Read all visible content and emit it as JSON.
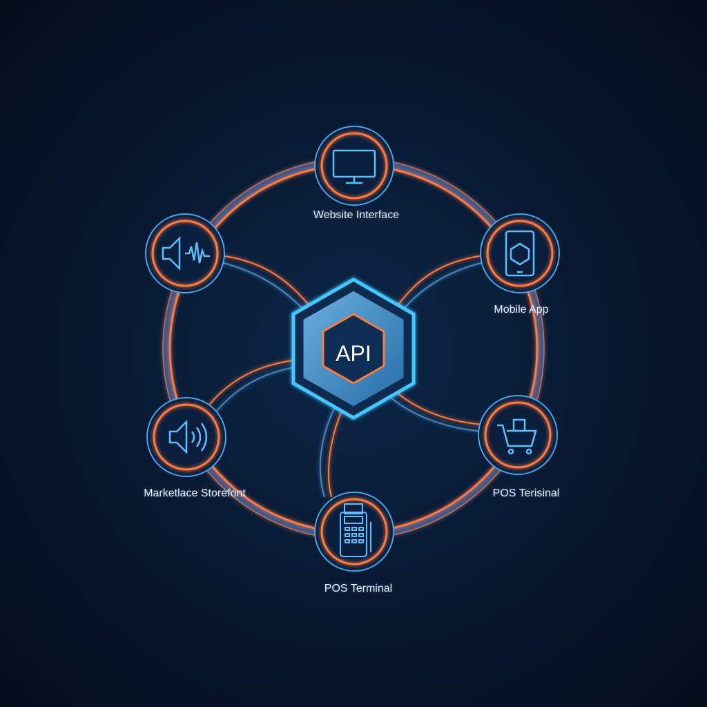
{
  "hub": {
    "label": "API"
  },
  "nodes": [
    {
      "id": "website",
      "icon": "monitor-icon",
      "label": "Website Interface"
    },
    {
      "id": "audio-wave",
      "icon": "speaker-waveform-icon",
      "label": null
    },
    {
      "id": "mobile",
      "icon": "smartphone-icon",
      "label": "Mobile App"
    },
    {
      "id": "marketplace",
      "icon": "speaker-icon",
      "label": "Marketlace Storefont"
    },
    {
      "id": "cart",
      "icon": "shopping-cart-icon",
      "label": "POS Terisinal"
    },
    {
      "id": "pos",
      "icon": "pos-terminal-icon",
      "label": "POS Terminal"
    }
  ],
  "colors": {
    "orange": "#ff7a3c",
    "blue": "#3fb4ff",
    "background": "#081a33"
  }
}
